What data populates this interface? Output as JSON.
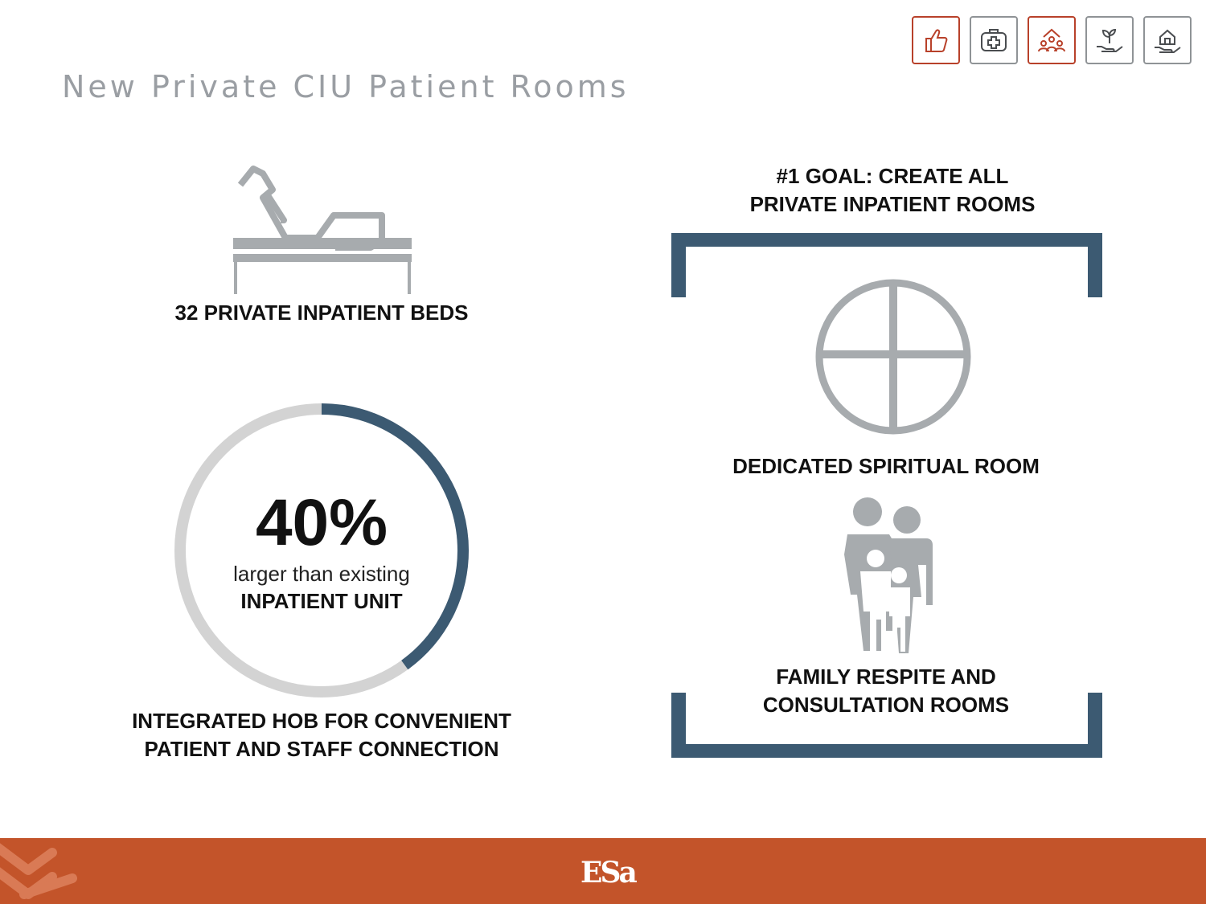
{
  "header": {
    "title": "New Private CIU Patient Rooms",
    "icons": [
      {
        "name": "thumbs-up-icon",
        "active": true
      },
      {
        "name": "medical-kit-icon",
        "active": false
      },
      {
        "name": "community-home-icon",
        "active": true
      },
      {
        "name": "hand-plant-icon",
        "active": false
      },
      {
        "name": "hand-house-icon",
        "active": false
      }
    ]
  },
  "left": {
    "beds_label": "32 PRIVATE INPATIENT BEDS",
    "ring": {
      "percent_value": 40,
      "percent_text": "40%",
      "line1": "larger than existing",
      "line2": "INPATIENT UNIT"
    },
    "hob_line1": "INTEGRATED HOB FOR CONVENIENT",
    "hob_line2": "PATIENT AND STAFF CONNECTION"
  },
  "right": {
    "goal_line1": "#1 GOAL: CREATE ALL",
    "goal_line2": "PRIVATE INPATIENT ROOMS",
    "spiritual_label": "DEDICATED SPIRITUAL ROOM",
    "family_line1": "FAMILY RESPITE AND",
    "family_line2": "CONSULTATION ROOMS"
  },
  "footer": {
    "logo": "ESa"
  },
  "colors": {
    "accent": "#c3542a",
    "frame": "#3c5a72",
    "icon_gray": "#a7abae",
    "ring_gray": "#d3d3d3",
    "title_gray": "#9a9ea3"
  }
}
